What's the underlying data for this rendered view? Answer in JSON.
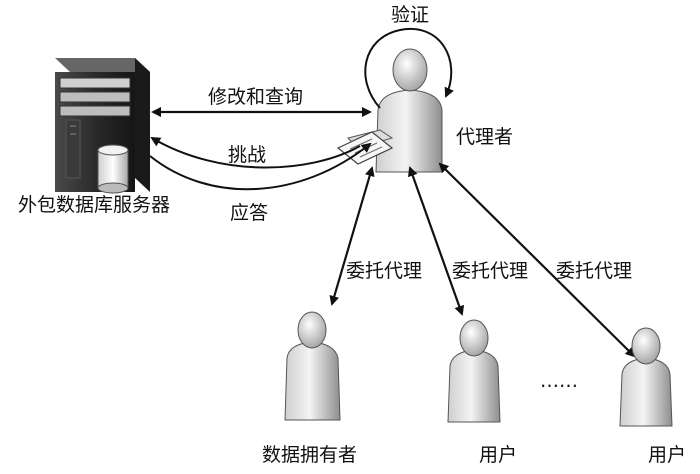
{
  "labels": {
    "verify": "验证",
    "modify_query": "修改和查询",
    "challenge": "挑战",
    "response": "应答",
    "server": "外包数据库服务器",
    "proxy": "代理者",
    "delegate_1": "委托代理",
    "delegate_2": "委托代理",
    "delegate_3": "委托代理",
    "owner": "数据拥有者",
    "user_1": "用户",
    "user_2": "用户",
    "ellipsis": "……"
  },
  "colors": {
    "ink": "#111111",
    "figure_fill": "#e8e8e8",
    "shade": "#9a9a9a"
  }
}
